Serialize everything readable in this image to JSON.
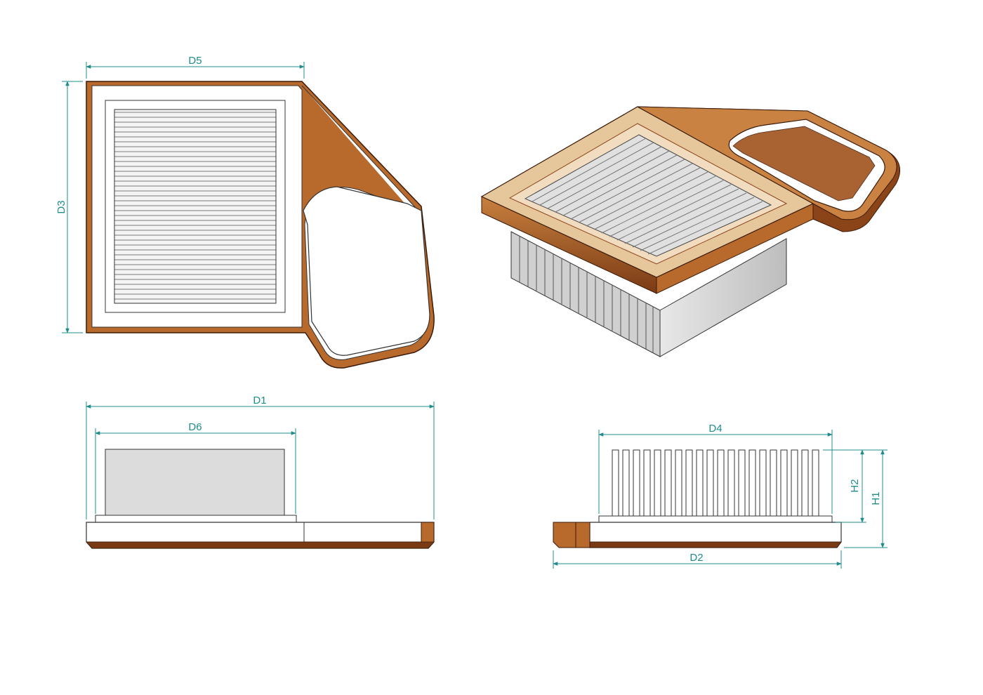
{
  "colors": {
    "background": "#ffffff",
    "dimension": "#1f8c8c",
    "copper": "#b86a2c",
    "copper_dark": "#7a3a14",
    "copper_light": "#d9904a",
    "outline": "#222222",
    "media": "#dcdcdc",
    "pleat_line": "#8a8a8a"
  },
  "dimensions": {
    "d1": "D1",
    "d2": "D2",
    "d3": "D3",
    "d4": "D4",
    "d5": "D5",
    "d6": "D6",
    "h1": "H1",
    "h2": "H2"
  },
  "views": [
    "top-view",
    "isometric-view",
    "front-view",
    "side-view"
  ]
}
